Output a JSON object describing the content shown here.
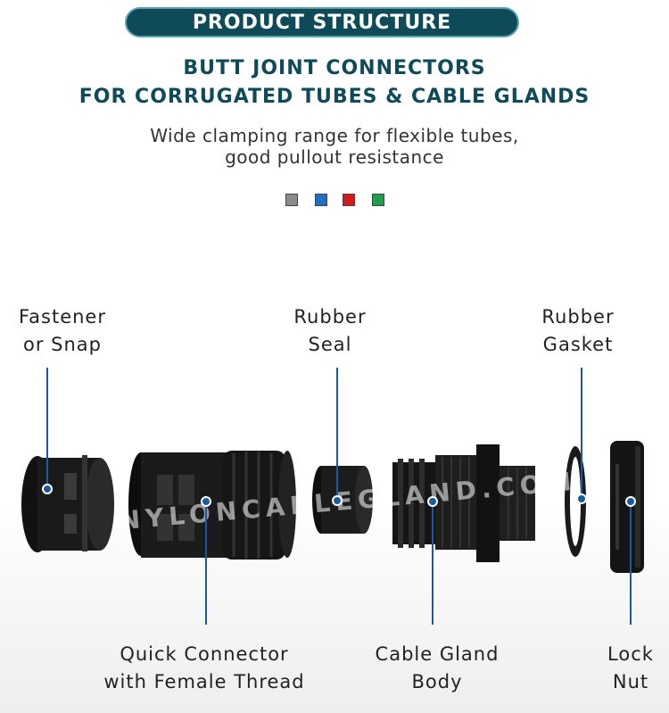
{
  "header": {
    "badge": "PRODUCT STRUCTURE"
  },
  "headline": {
    "line1": "BUTT JOINT CONNECTORS",
    "line2": "FOR CORRUGATED TUBES & CABLE GLANDS"
  },
  "subtitle": {
    "line1": "Wide clamping range for flexible tubes,",
    "line2": "good pullout resistance"
  },
  "colors": [
    "#8c8c8c",
    "#1f6fc0",
    "#d61a1a",
    "#1fa04a"
  ],
  "accent_color": "#1a5aa0",
  "parts": {
    "fastener": {
      "line1": "Fastener",
      "line2": "or Snap"
    },
    "rubber_seal": {
      "line1": "Rubber",
      "line2": "Seal"
    },
    "rubber_gasket": {
      "line1": "Rubber",
      "line2": "Gasket"
    },
    "quick_connector": {
      "line1": "Quick Connector",
      "line2": "with Female Thread"
    },
    "gland_body": {
      "line1": "Cable Gland",
      "line2": "Body"
    },
    "lock_nut": {
      "line1": "Lock",
      "line2": "Nut"
    }
  },
  "watermark": "NYLONCABLEGLAND.COM"
}
